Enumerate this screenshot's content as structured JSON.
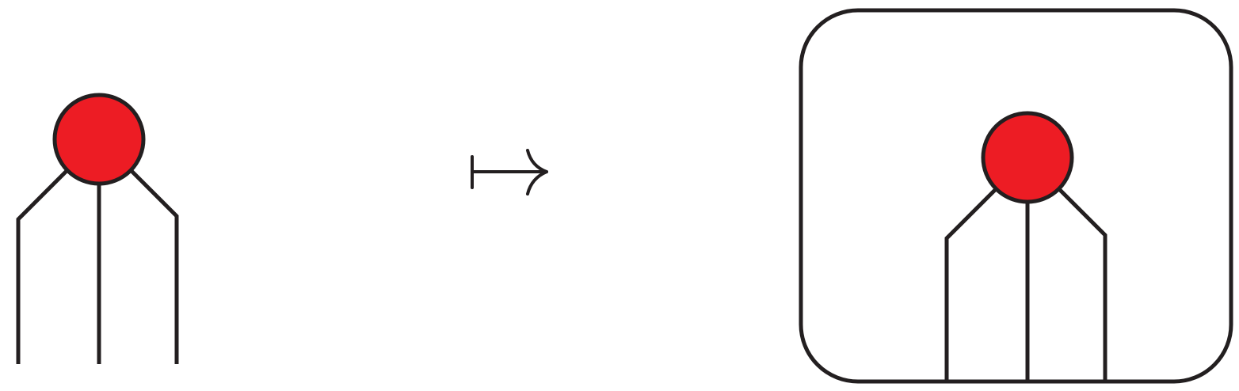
{
  "diagram": {
    "colors": {
      "stroke": "#231f20",
      "node_fill": "#ed1c24",
      "background": "#ffffff"
    },
    "left": {
      "node": {
        "shape": "circle",
        "color": "node_fill"
      },
      "wires": 3
    },
    "arrow": {
      "symbol": "↦",
      "meaning": "maps-to"
    },
    "right": {
      "node": {
        "shape": "circle",
        "color": "node_fill"
      },
      "wires": 3,
      "enclosure": "rounded-rectangle"
    }
  }
}
